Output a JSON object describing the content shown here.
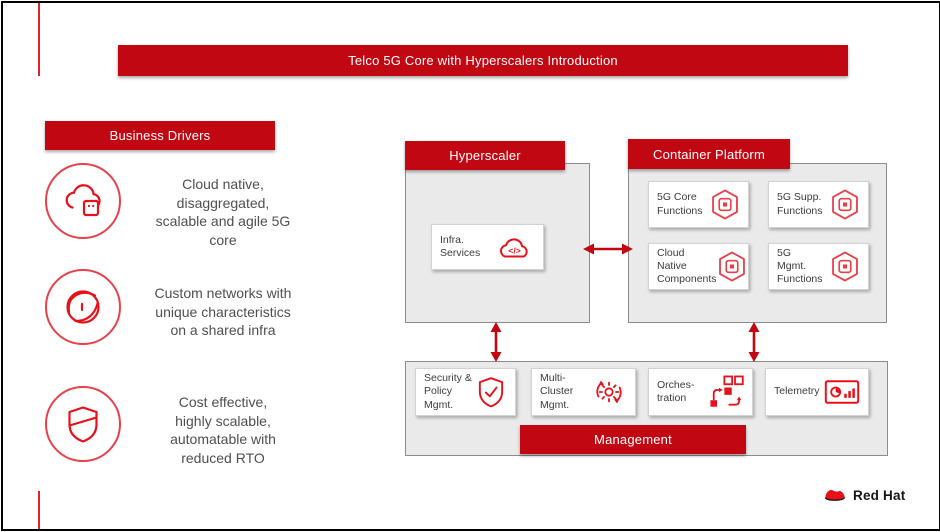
{
  "title": "Telco 5G Core with Hyperscalers Introduction",
  "colors": {
    "bar_red": "#c00712",
    "icon_red": "#e8101a",
    "panel_bg": "#eaeaea",
    "panel_border": "#8c8c8c",
    "body_text": "#4f4f4f"
  },
  "business_drivers": {
    "header": "Business Drivers",
    "items": [
      {
        "icon": "cloud-app-icon",
        "text": "Cloud native,\ndisaggregated,\nscalable and agile 5G\ncore"
      },
      {
        "icon": "network-sphere-icon",
        "text": "Custom networks with\nunique characteristics\non a shared infra"
      },
      {
        "icon": "shield-band-icon",
        "text": "Cost effective,\nhighly scalable,\nautomatable with\nreduced RTO"
      }
    ]
  },
  "hyperscaler": {
    "header": "Hyperscaler",
    "cards": [
      {
        "label": "Infra.\nServices",
        "icon": "cloud-code-icon"
      }
    ]
  },
  "container_platform": {
    "header": "Container Platform",
    "cards": [
      {
        "label": "5G Core\nFunctions",
        "icon": "hexagon-container-icon"
      },
      {
        "label": "5G Supp.\nFunctions",
        "icon": "hexagon-container-icon"
      },
      {
        "label": "Cloud Native\nComponents",
        "icon": "hexagon-container-icon"
      },
      {
        "label": "5G\nMgmt.\nFunctions",
        "icon": "hexagon-container-icon"
      }
    ]
  },
  "management": {
    "header": "Management",
    "cards": [
      {
        "label": "Security &\nPolicy\nMgmt.",
        "icon": "shield-check-icon"
      },
      {
        "label": "Multi-\nCluster\nMgmt.",
        "icon": "gear-sync-icon"
      },
      {
        "label": "Orches-\ntration",
        "icon": "workflow-icon"
      },
      {
        "label": "Telemetry",
        "icon": "dashboard-icon"
      }
    ]
  },
  "connections": [
    "hyperscaler-container-platform",
    "hyperscaler-management",
    "container-platform-management"
  ],
  "branding": {
    "logo_text": "Red Hat",
    "logo_icon": "red-hat-fedora-icon"
  }
}
